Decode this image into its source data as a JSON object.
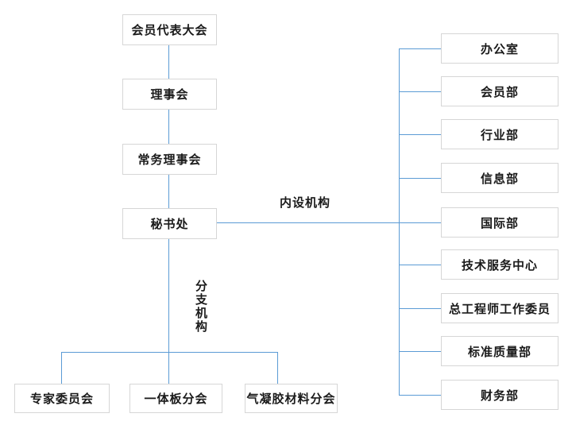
{
  "diagram": {
    "type": "org-chart",
    "governance_chain": [
      "会员代表大会",
      "理事会",
      "常务理事会",
      "秘书处"
    ],
    "internal_group": {
      "label": "内设机构",
      "departments": [
        "办公室",
        "会员部",
        "行业部",
        "信息部",
        "国际部",
        "技术服务中心",
        "总工程师工作委员",
        "标准质量部",
        "财务部"
      ]
    },
    "branch_group": {
      "label": "分支机构",
      "branches": [
        "专家委员会",
        "一体板分会",
        "气凝胶材料分会"
      ]
    },
    "colors": {
      "connector_blue": "#5b9bd5",
      "box_border_gray": "#d6d6d6",
      "text_black": "#1a1a1a",
      "background_white": "#ffffff"
    }
  }
}
